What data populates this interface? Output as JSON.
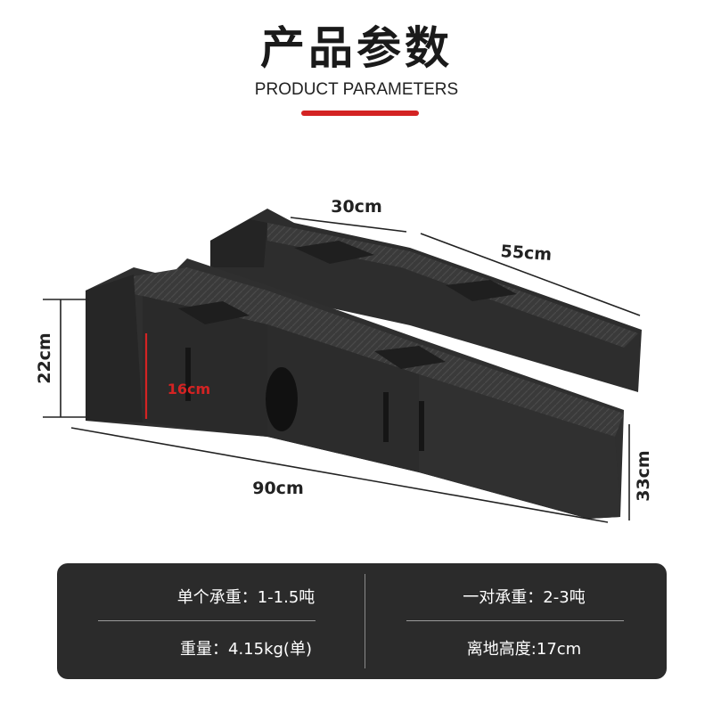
{
  "header": {
    "title": "产品参数",
    "subtitle": "PRODUCT PARAMETERS",
    "accent_color": "#d42323"
  },
  "dimensions": {
    "top_width": "30cm",
    "ramp_length": "55cm",
    "total_height": "22cm",
    "inner_height": "16cm",
    "total_length": "90cm",
    "total_width": "33cm"
  },
  "specs": {
    "panel_color": "#2b2b2b",
    "single_load": "单个承重：1-1.5吨",
    "pair_load": "一对承重：2-3吨",
    "weight": "重量：4.15kg(单)",
    "ground_clearance": "离地高度:17cm"
  }
}
